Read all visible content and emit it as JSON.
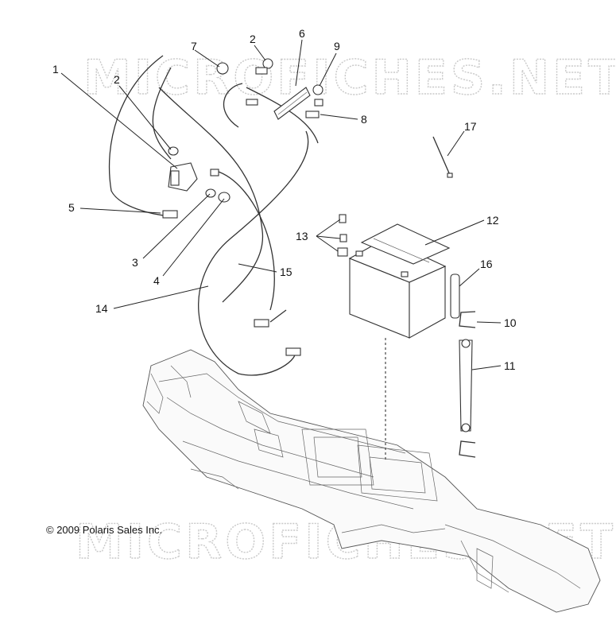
{
  "watermark": "MICROFICHES.NET",
  "copyright": "© 2009 Polaris Sales Inc.",
  "callouts": [
    "1",
    "2",
    "2",
    "3",
    "4",
    "5",
    "6",
    "7",
    "8",
    "9",
    "10",
    "11",
    "12",
    "13",
    "14",
    "15",
    "16",
    "17"
  ]
}
